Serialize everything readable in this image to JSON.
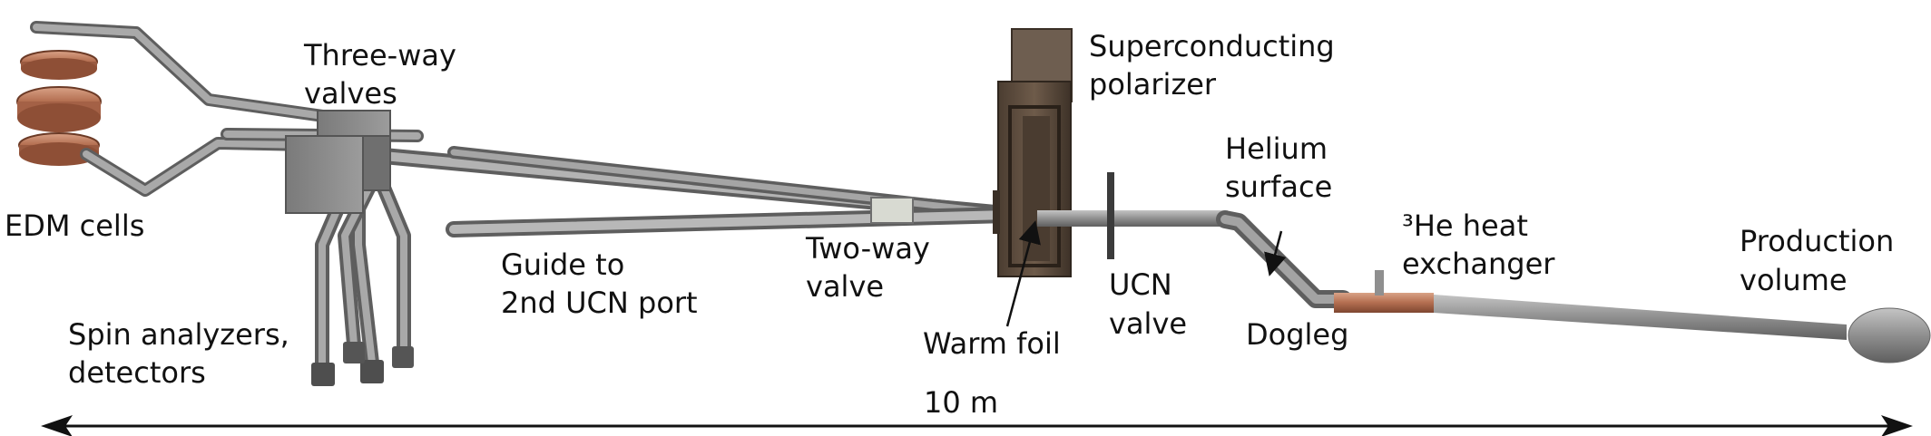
{
  "labels": {
    "three_way_valves_1": "Three-way",
    "three_way_valves_2": "valves",
    "superconducting_1": "Superconducting",
    "superconducting_2": "polarizer",
    "helium_surface_1": "Helium",
    "helium_surface_2": "surface",
    "edm_cells": "EDM cells",
    "he3_exchanger_1": "³He heat",
    "he3_exchanger_2": "exchanger",
    "production_volume_1": "Production",
    "production_volume_2": "volume",
    "guide_1": "Guide to",
    "guide_2": "2nd UCN port",
    "two_way_valve_1": "Two-way",
    "two_way_valve_2": "valve",
    "ucn_valve_1": "UCN",
    "ucn_valve_2": "valve",
    "spin_analyzers_1": "Spin analyzers,",
    "spin_analyzers_2": "detectors",
    "warm_foil": "Warm foil",
    "dogleg": "Dogleg",
    "scale": "10 m"
  },
  "colors": {
    "pipe": "#8a8a8a",
    "pipe_light": "#b5b5b5",
    "pipe_dark": "#5e5e5e",
    "copper": "#b87358",
    "polarizer": "#5a4a3c",
    "text": "#111111"
  }
}
